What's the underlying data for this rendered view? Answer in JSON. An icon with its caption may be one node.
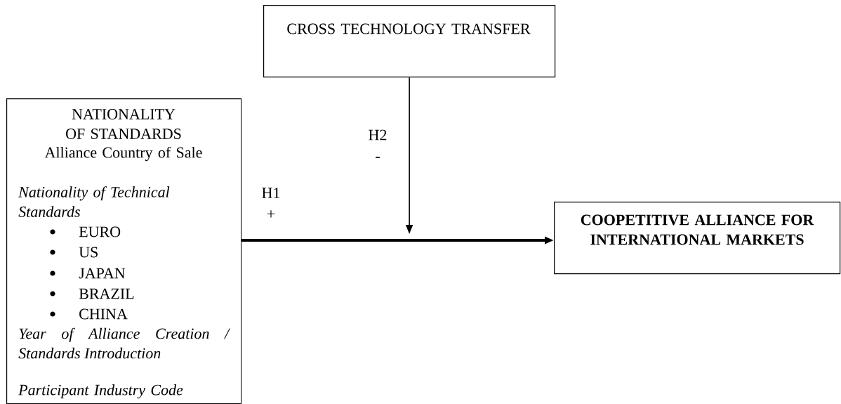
{
  "diagram": {
    "nodes": [
      {
        "text": [
          "NATIONALITY OF STANDARDS",
          "Alliance Country of Sale",
          "Nationality of Technical Standards",
          "EURO",
          "US",
          "JAPAN",
          "BRAZIL",
          "CHINA",
          "Year of Alliance Creation / Standards Introduction",
          "Participant Industry Code"
        ]
      },
      {
        "text": [
          "CROSS TECHNOLOGY TRANSFER"
        ]
      },
      {
        "text": [
          "COOPETITIVE ALLIANCE FOR INTERNATIONAL MARKETS"
        ]
      }
    ],
    "edges": [
      {
        "from": 0,
        "to": 2,
        "arrow": "to",
        "label": "H1 +",
        "style": "thick"
      },
      {
        "from": 1,
        "to": null,
        "arrow": "to",
        "label": "H2 -"
      }
    ]
  }
}
